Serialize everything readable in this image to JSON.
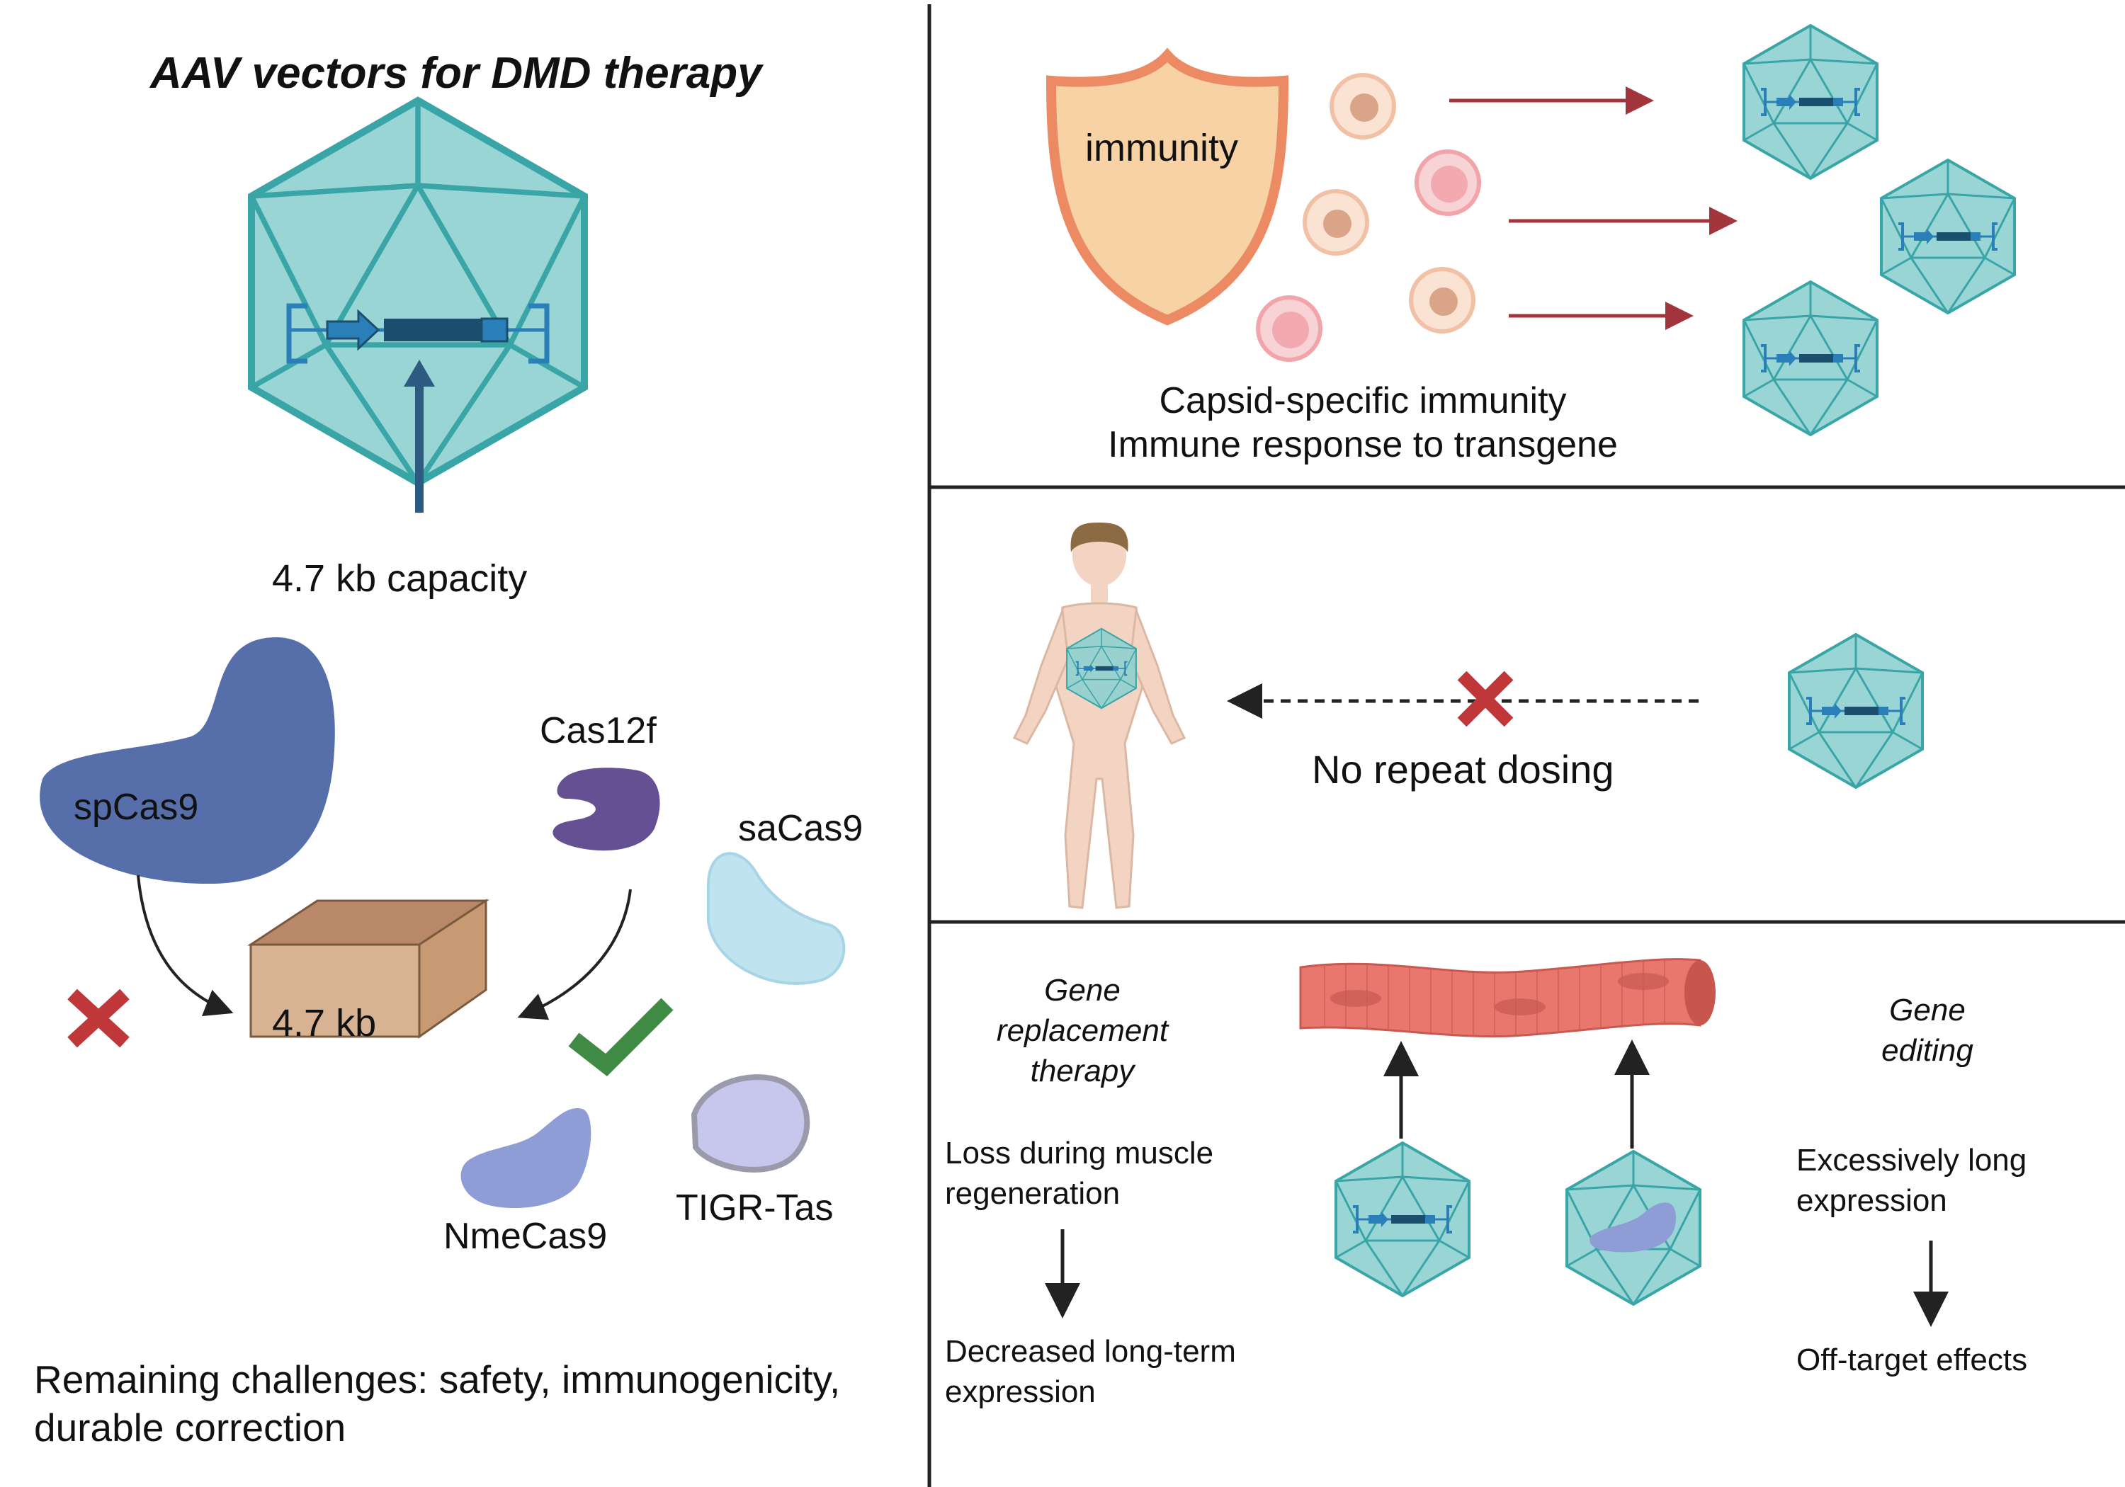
{
  "colors": {
    "capsid_fill": "#8fd0d0",
    "capsid_stroke": "#3aa5a7",
    "cas_dark_blue": "#566fab",
    "cas_purple": "#645092",
    "cas_light_blue": "#bfe4f0",
    "cas_periwinkle": "#8f9dd6",
    "cas_lavender": "#c7c6ec",
    "box_tan": "#d7b393",
    "cross_red": "#c0373a",
    "check_green": "#3f8a44",
    "arrow_red": "#a2353c",
    "shield_orange": "#ec8a64",
    "shield_fill": "#f6d2a5",
    "muscle_red": "#e9776e"
  },
  "left_panel": {
    "title": "AAV vectors for DMD therapy",
    "capacity_label": "4.7 kb capacity",
    "box_label": "4.7 kb",
    "proteins": {
      "spcas9": "spCas9",
      "cas12f": "Cas12f",
      "sacas9": "saCas9",
      "nmecas9": "NmeCas9",
      "tigr": "TIGR-Tas"
    },
    "challenges": "Remaining challenges: safety, immunogenicity, durable correction"
  },
  "immunity_panel": {
    "shield_label": "immunity",
    "line1": "Capsid-specific immunity",
    "line2": "Immune response to transgene"
  },
  "dosing_panel": {
    "label": "No repeat dosing"
  },
  "therapy_panel": {
    "replacement": {
      "heading": "Gene replacement therapy",
      "cause": "Loss during muscle regeneration",
      "effect": "Decreased long-term expression"
    },
    "editing": {
      "heading": "Gene editing",
      "cause": "Excessively long expression",
      "effect": "Off-target effects"
    }
  }
}
